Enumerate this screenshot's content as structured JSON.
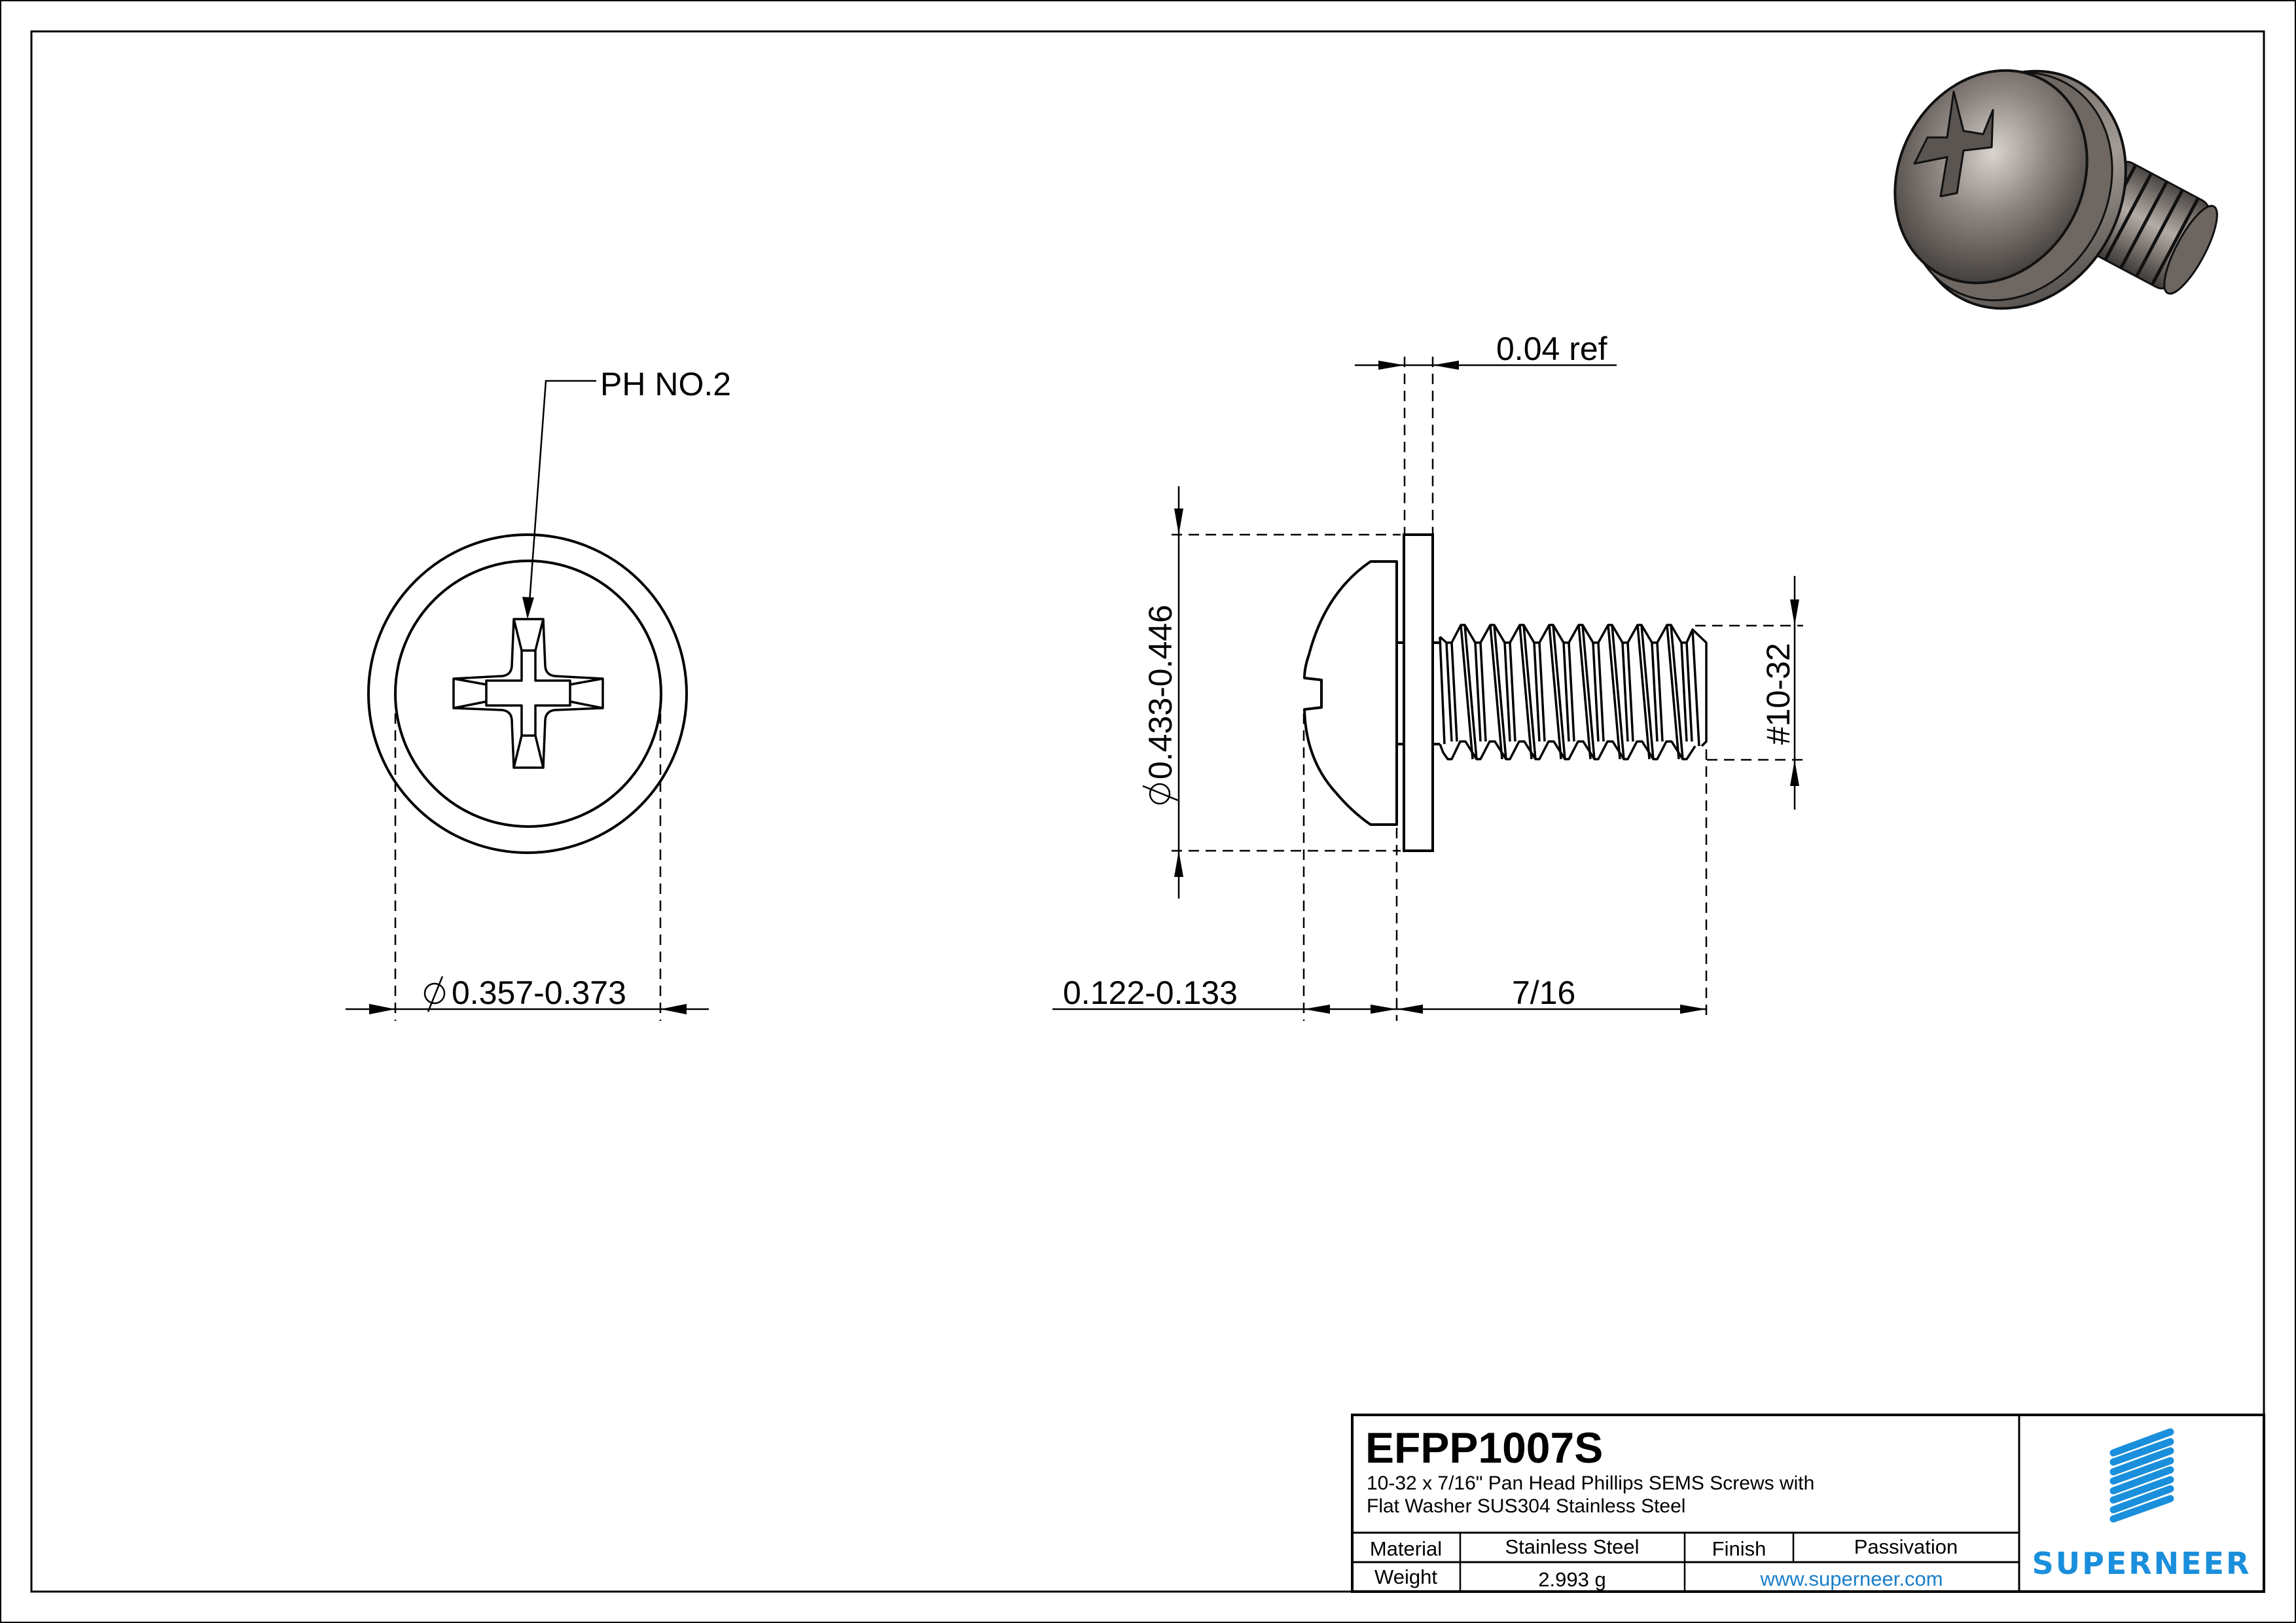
{
  "drawing": {
    "views": {
      "front_view": {
        "callout": "PH NO.2",
        "diameter_dim": "0.357-0.373",
        "diameter_symbol": "⌀"
      },
      "side_view": {
        "washer_thickness_dim": "0.04 ref",
        "washer_diameter_dim": "0.433-0.446",
        "diameter_symbol": "⌀",
        "thread_dim": "#10-32",
        "head_height_dim": "0.122-0.133",
        "length_dim": "7/16"
      },
      "iso_view": {
        "description": "3D rendered view of pan head Phillips SEMS screw with flat washer"
      }
    },
    "title_block": {
      "part_number": "EFPP1007S",
      "description_line1": "10-32 x 7/16\" Pan Head Phillips SEMS Screws with",
      "description_line2": "Flat Washer SUS304 Stainless Steel",
      "material_label": "Material",
      "material_value": "Stainless Steel",
      "finish_label": "Finish",
      "finish_value": "Passivation",
      "weight_label": "Weight",
      "weight_value": "2.993 g",
      "website": "www.superneer.com",
      "logo_text": "SUPERNEER"
    },
    "colors": {
      "line": "#000000",
      "brand_blue": "#1a8fdc",
      "link_blue": "#1a7fc8"
    }
  }
}
